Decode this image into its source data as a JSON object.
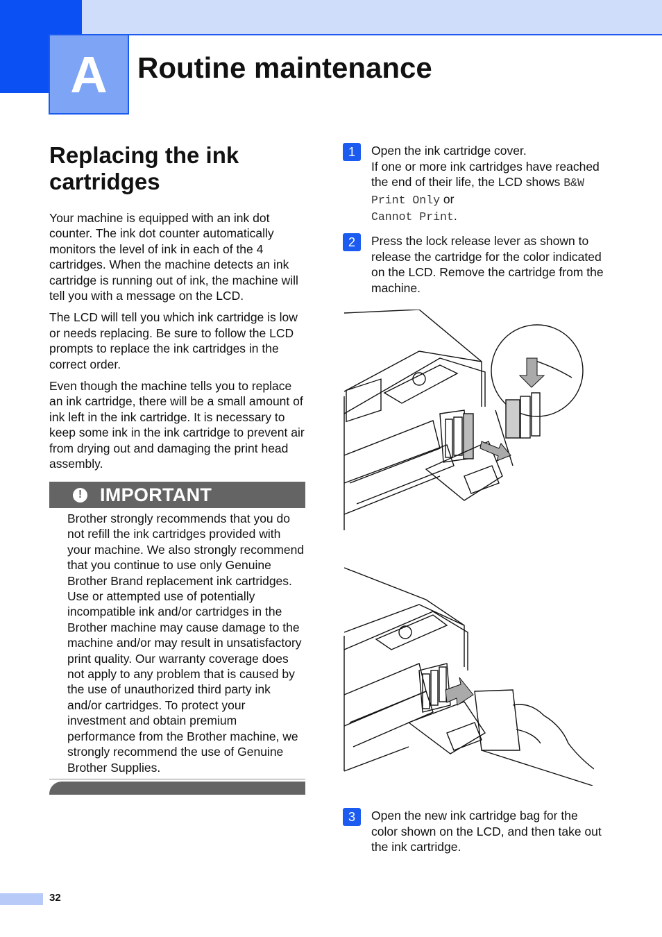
{
  "header": {
    "chapter_letter": "A",
    "chapter_title": "Routine maintenance"
  },
  "section": {
    "title": "Replacing the ink cartridges",
    "paragraphs": [
      "Your machine is equipped with an ink dot counter. The ink dot counter automatically monitors the level of ink in each of the 4 cartridges. When the machine detects an ink cartridge is running out of ink, the machine will tell you with a message on the LCD.",
      "The LCD will tell you which ink cartridge is low or needs replacing. Be sure to follow the LCD prompts to replace the ink cartridges in the correct order.",
      "Even though the machine tells you to replace an ink cartridge, there will be a small amount of ink left in the ink cartridge. It is necessary to keep some ink in the ink cartridge to prevent air from drying out and damaging the print head assembly."
    ]
  },
  "important": {
    "icon": "!",
    "label": "IMPORTANT",
    "text": "Brother strongly recommends that you do not refill the ink cartridges provided with your machine. We also strongly recommend that you continue to use only Genuine Brother Brand replacement ink cartridges. Use or attempted use of potentially incompatible ink and/or cartridges in the Brother machine may cause damage to the machine and/or may result in unsatisfactory print quality. Our warranty coverage does not apply to any problem that is caused by the use of unauthorized third party ink and/or cartridges. To protect your investment and obtain premium performance from the Brother machine, we strongly recommend the use of Genuine Brother Supplies."
  },
  "steps": [
    {
      "num": "1",
      "text_a": "Open the ink cartridge cover.",
      "text_b": "If one or more ink cartridges have reached the end of their life, the LCD shows ",
      "lcd1": "B&W Print Only",
      "or": " or ",
      "lcd2": "Cannot Print",
      "end": "."
    },
    {
      "num": "2",
      "text": "Press the lock release lever as shown to release the cartridge for the color indicated on the LCD. Remove the cartridge from the machine."
    },
    {
      "num": "3",
      "text": "Open the new ink cartridge bag for the color shown on the LCD, and then take out the ink cartridge."
    }
  ],
  "footer": {
    "page_number": "32"
  }
}
